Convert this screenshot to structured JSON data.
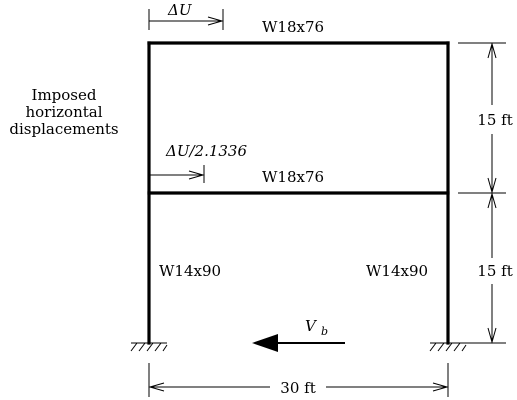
{
  "labels": {
    "delta_top": "ΔU",
    "delta_mid": "ΔU/2.1336",
    "beam_top": "W18x76",
    "beam_mid": "W18x76",
    "col_left": "W14x90",
    "col_right": "W14x90",
    "story_top": "15 ft",
    "story_bottom": "15 ft",
    "span": "30 ft",
    "base_shear": "V",
    "base_shear_sub": "b",
    "imposed_line1": "Imposed",
    "imposed_line2": "horizontal",
    "imposed_line3": "displacements"
  }
}
